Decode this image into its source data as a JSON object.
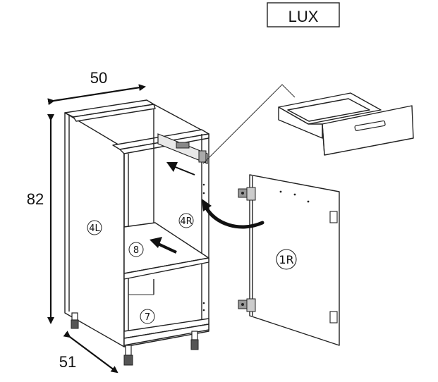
{
  "title_box": "LUX",
  "dimensions": {
    "width": "50",
    "height": "82",
    "depth": "51"
  },
  "parts": {
    "left_side": "4L",
    "right_side": "4R",
    "shelf": "8",
    "bottom": "7",
    "door": "1R"
  }
}
